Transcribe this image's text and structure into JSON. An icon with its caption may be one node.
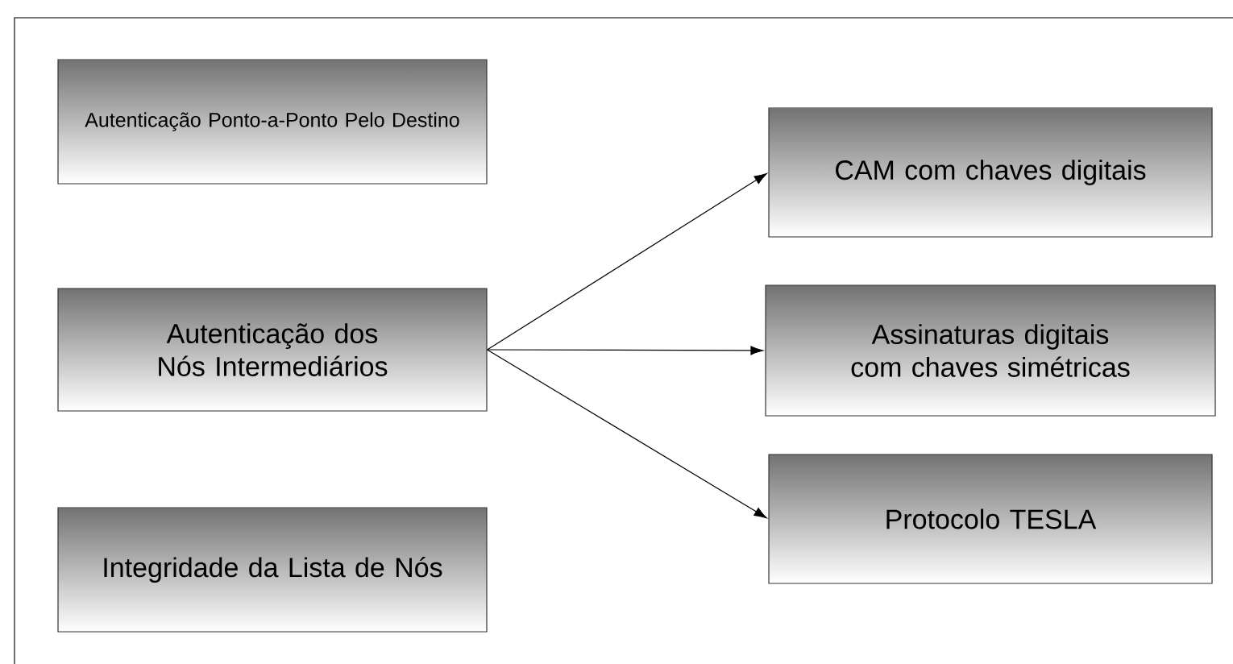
{
  "diagram": {
    "nodes": [
      {
        "text": [
          "Autenticação Ponto-a-Ponto Pelo Destino"
        ]
      },
      {
        "text": [
          "Autenticação dos Nós Intermediários"
        ]
      },
      {
        "text": [
          "Integridade da Lista de Nós"
        ]
      },
      {
        "text": [
          "CAM com chaves digitais"
        ]
      },
      {
        "text": [
          "Assinaturas digitais com chaves simétricas"
        ]
      },
      {
        "text": [
          "Protocolo TESLA"
        ]
      }
    ],
    "edges": [
      {
        "from": 1,
        "to": 3,
        "arrow": "to"
      },
      {
        "from": 1,
        "to": 4,
        "arrow": "to"
      },
      {
        "from": 1,
        "to": 5,
        "arrow": "to"
      }
    ]
  }
}
